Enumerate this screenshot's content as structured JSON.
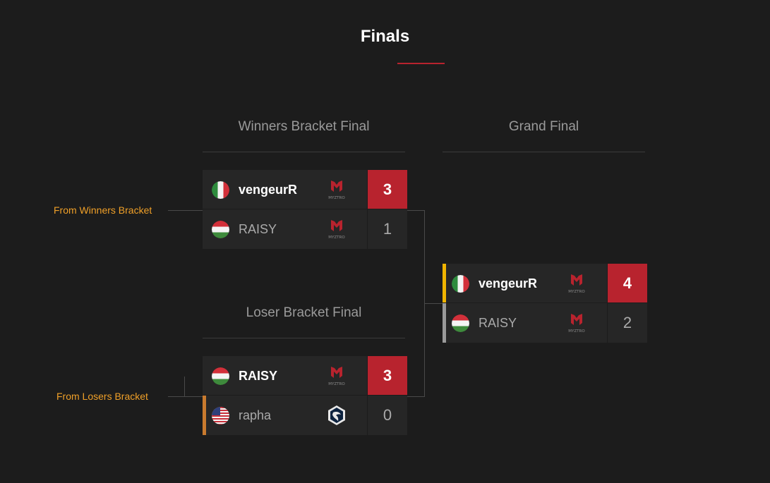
{
  "page": {
    "title": "Finals"
  },
  "columns": {
    "winners_final": "Winners Bracket Final",
    "loser_final": "Loser Bracket Final",
    "grand_final": "Grand Final"
  },
  "side_labels": {
    "from_winners": "From Winners Bracket",
    "from_losers": "From Losers Bracket"
  },
  "colors": {
    "accent_red": "#b8232e",
    "label_orange": "#f0a028",
    "seed_yellow": "#f0b400",
    "seed_orange": "#c87a2e",
    "seed_gray": "#9a9a9a"
  },
  "matches": {
    "winners_final": [
      {
        "player": "vengeurR",
        "flag": "italy-flag-icon",
        "team_logo": "myztro-logo-icon",
        "team_text": "MYZTRO",
        "score": "3",
        "winner": true
      },
      {
        "player": "RAISY",
        "flag": "hungary-flag-icon",
        "team_logo": "myztro-logo-icon",
        "team_text": "MYZTRO",
        "score": "1",
        "winner": false
      }
    ],
    "loser_final": [
      {
        "player": "RAISY",
        "flag": "hungary-flag-icon",
        "team_logo": "myztro-logo-icon",
        "team_text": "MYZTRO",
        "score": "3",
        "winner": true
      },
      {
        "player": "rapha",
        "flag": "usa-flag-icon",
        "team_logo": "team-liquid-logo-icon",
        "score": "0",
        "winner": false
      }
    ],
    "grand_final": [
      {
        "player": "vengeurR",
        "flag": "italy-flag-icon",
        "team_logo": "myztro-logo-icon",
        "team_text": "MYZTRO",
        "score": "4",
        "winner": true
      },
      {
        "player": "RAISY",
        "flag": "hungary-flag-icon",
        "team_logo": "myztro-logo-icon",
        "team_text": "MYZTRO",
        "score": "2",
        "winner": false
      }
    ]
  }
}
